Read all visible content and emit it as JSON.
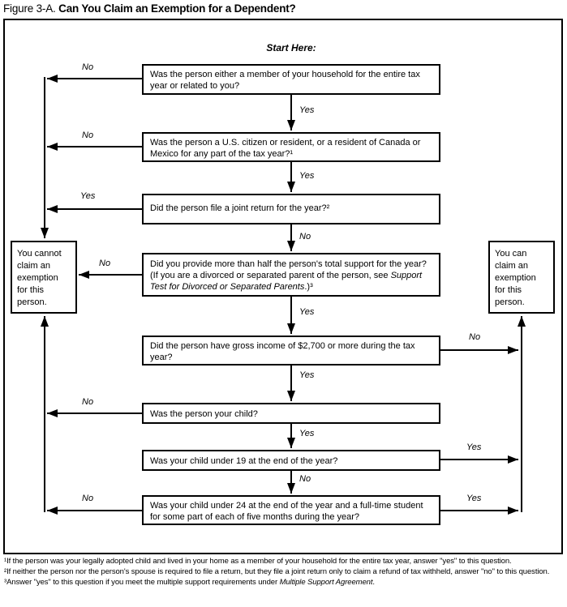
{
  "title": {
    "prefix": "Figure 3-A. ",
    "main": "Can You Claim an Exemption for a Dependent?"
  },
  "start_here": "Start Here:",
  "questions": {
    "q1": "Was the person either a member of your household for the entire tax year or related to you?",
    "q2": "Was the person a U.S. citizen or resident, or a resident of Canada or Mexico for any part of the tax year?¹",
    "q3": "Did the person file a joint return for the year?²",
    "q4_pre": "Did you provide more than half the person's total support for the year? (If you are a divorced or separated parent of the person, see ",
    "q4_italic": "Support Test for Divorced or Separated Parents",
    "q4_post": ".)³",
    "q5": "Did the person have gross income of $2,700 or more during the tax year?",
    "q6": "Was the person your child?",
    "q7": "Was your child under 19 at the end of the year?",
    "q8": "Was your child under 24 at the end of the year and a full-time student for some part of each of five months during the year?"
  },
  "outcomes": {
    "cannot": "You cannot claim an exemption for this person.",
    "can": "You can claim an exemption for this person."
  },
  "labels": {
    "c1": "Yes",
    "c2": "Yes",
    "c3": "No",
    "c4": "Yes",
    "c5": "Yes",
    "c6": "Yes",
    "c7": "No",
    "l1": "No",
    "l2": "No",
    "l3": "Yes",
    "l4": "No",
    "l5": "No",
    "l6": "No",
    "r1": "No",
    "r2": "Yes",
    "r3": "Yes"
  },
  "footnotes": {
    "fn1": "¹If the person was your legally adopted child and lived in your home as a member of your household for the entire tax year, answer \"yes\" to this question.",
    "fn2": "²If neither the person nor the person's spouse is required to file a return, but they file a joint return only to claim a refund of tax withheld, answer \"no\" to this question.",
    "fn3_pre": "³Answer \"yes\" to this question if you meet the multiple support requirements under ",
    "fn3_italic": "Multiple Support Agreement",
    "fn3_post": "."
  },
  "colors": {
    "ink": "#000000",
    "background": "#ffffff"
  }
}
